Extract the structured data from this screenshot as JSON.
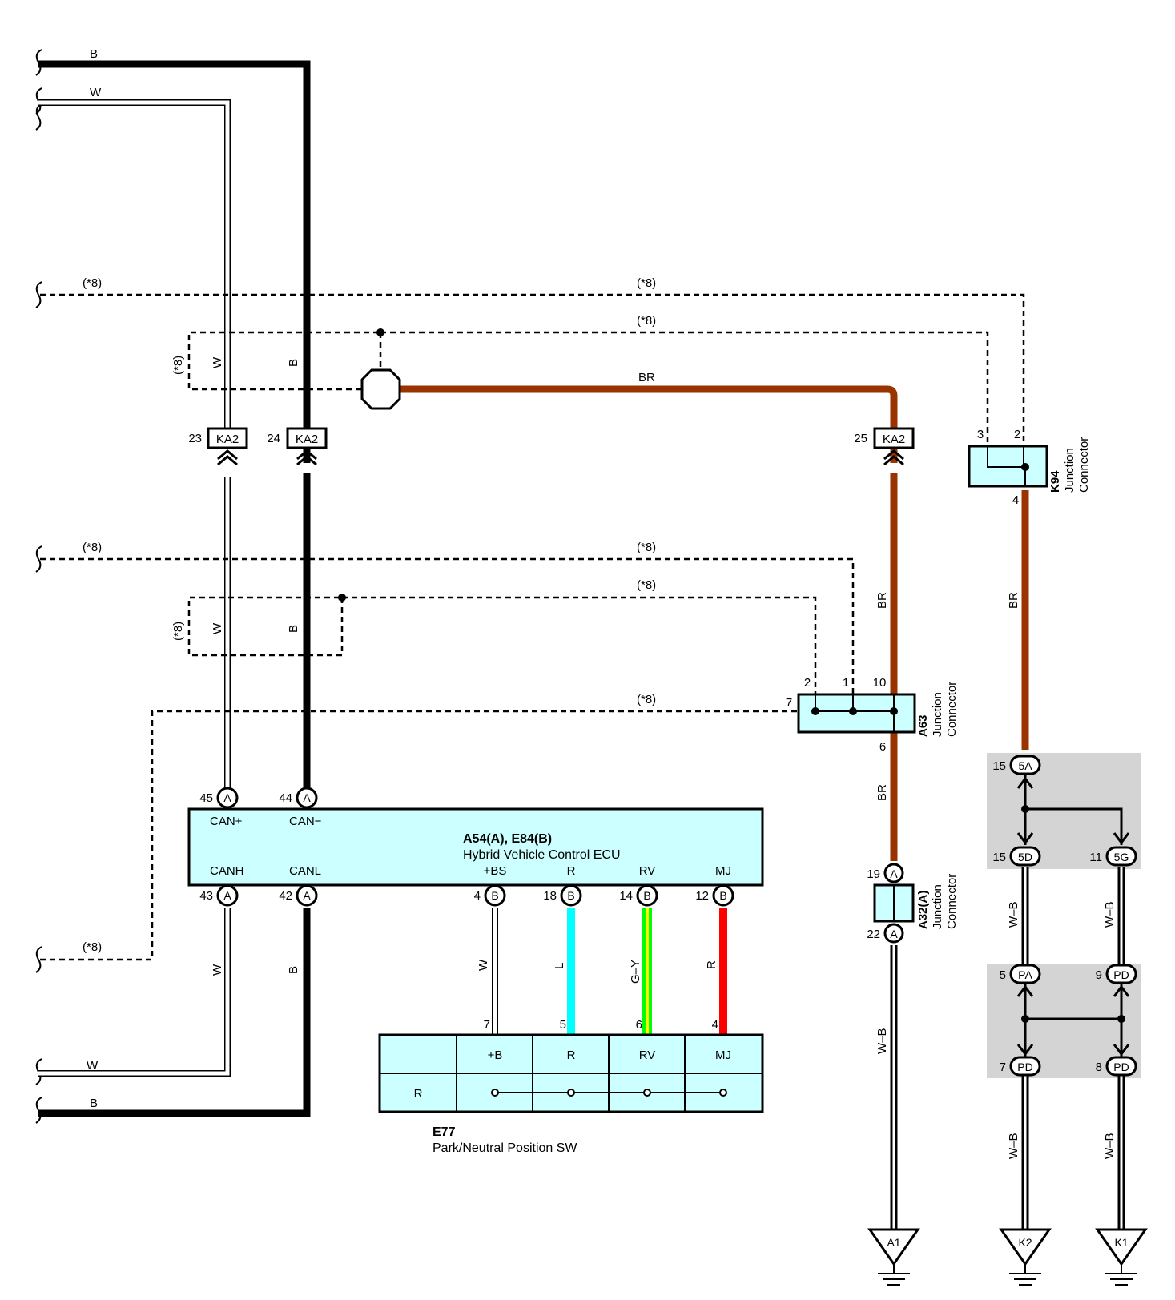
{
  "wire_labels": {
    "b_top": "B",
    "w_top": "W",
    "s8_1_left": "(*8)",
    "s8_1_right": "(*8)",
    "s8_2": "(*8)",
    "s8_w1": "(*8)",
    "w_v1": "W",
    "b_v1": "B",
    "br_h": "BR",
    "s8_3_left": "(*8)",
    "s8_3_right": "(*8)",
    "s8_4": "(*8)",
    "s8_w2": "(*8)",
    "w_v2": "W",
    "b_v2": "B",
    "br_v1": "BR",
    "br_v2": "BR",
    "s8_5": "(*8)",
    "br_v3": "BR",
    "s8_6": "(*8)",
    "w_v3": "W",
    "b_v3": "B",
    "w_bs": "W",
    "l_r": "L",
    "gy_rv": "G–Y",
    "r_mj": "R",
    "w_bottom": "W",
    "b_bottom": "B",
    "wb_a": "W–B",
    "wb_1": "W–B",
    "wb_2": "W–B",
    "wb_3": "W–B",
    "wb_4": "W–B"
  },
  "connectors": {
    "ka2_w": {
      "pin": "23",
      "code": "KA2"
    },
    "ka2_b": {
      "pin": "24",
      "code": "KA2"
    },
    "ka2_br": {
      "pin": "25",
      "code": "KA2"
    },
    "k94": {
      "id": "K94",
      "title": "Junction",
      "subtitle": "Connector",
      "pin_3": "3",
      "pin_2": "2",
      "pin_4": "4"
    },
    "a63": {
      "id": "A63",
      "title": "Junction",
      "subtitle": "Connector",
      "pin_2": "2",
      "pin_1": "1",
      "pin_10": "10",
      "pin_7": "7",
      "pin_6": "6"
    },
    "a32": {
      "id": "A32(A)",
      "title": "Junction",
      "subtitle": "Connector",
      "pin_19": "19",
      "pin_22": "22",
      "code": "A"
    }
  },
  "ecu": {
    "id": "A54(A), E84(B)",
    "name": "Hybrid Vehicle Control ECU",
    "top_pins": [
      {
        "num": "45",
        "code": "A",
        "label": "CAN+"
      },
      {
        "num": "44",
        "code": "A",
        "label": "CAN−"
      }
    ],
    "bottom_pins": [
      {
        "num": "43",
        "code": "A",
        "label": "CANH"
      },
      {
        "num": "42",
        "code": "A",
        "label": "CANL"
      },
      {
        "num": "4",
        "code": "B",
        "label": "+BS"
      },
      {
        "num": "18",
        "code": "B",
        "label": "R"
      },
      {
        "num": "14",
        "code": "B",
        "label": "RV"
      },
      {
        "num": "12",
        "code": "B",
        "label": "MJ"
      }
    ]
  },
  "switch": {
    "id": "E77",
    "name": "Park/Neutral Position SW",
    "headers": [
      "+B",
      "R",
      "RV",
      "MJ"
    ],
    "row_label": "R",
    "pins": [
      "7",
      "5",
      "6",
      "4"
    ]
  },
  "junction_blocks": {
    "j_5a": {
      "pin": "15",
      "code": "5A"
    },
    "j_5d": {
      "pin": "15",
      "code": "5D"
    },
    "j_5g": {
      "pin": "11",
      "code": "5G"
    },
    "j_pa": {
      "pin": "5",
      "code": "PA"
    },
    "j_pd_top": {
      "pin": "9",
      "code": "PD"
    },
    "j_pd_bl": {
      "pin": "7",
      "code": "PD"
    },
    "j_pd_br": {
      "pin": "8",
      "code": "PD"
    }
  },
  "grounds": [
    "A1",
    "K2",
    "K1"
  ],
  "colors": {
    "ecu_fill": "#ccffff",
    "brown_wire": "#993300",
    "light_blue_wire": "#00ffff",
    "green_wire": "#00ff00",
    "yellow_wire": "#ffff00",
    "red_wire": "#ff0000",
    "junction_shade": "#d4d4d4"
  }
}
